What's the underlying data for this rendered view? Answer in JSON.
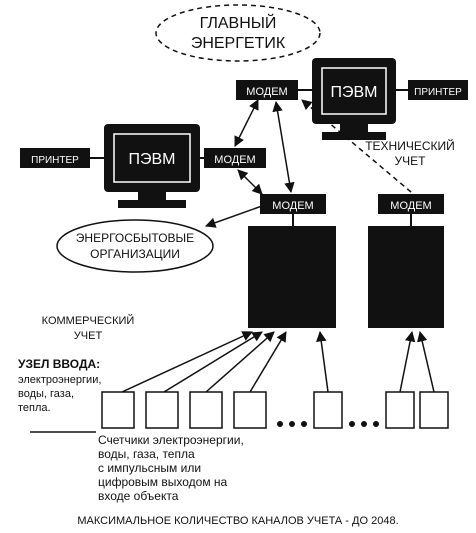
{
  "chief_engineer": {
    "line1": "ГЛАВНЫЙ",
    "line2": "ЭНЕРГЕТИК"
  },
  "top_station": {
    "modem": "МОДЕМ",
    "pc": "ПЭВМ",
    "printer": "ПРИНТЕР"
  },
  "left_station": {
    "printer": "ПРИНТЕР",
    "pc": "ПЭВМ",
    "modem": "МОДЕМ"
  },
  "center_modem": "МОДЕМ",
  "right_modem": "МОДЕМ",
  "technical_label": {
    "line1": "ТЕХНИЧЕСКИЙ",
    "line2": "УЧЕТ"
  },
  "energy_org": {
    "line1": "ЭНЕРГОСБЫТОВЫЕ",
    "line2": "ОРГАНИЗАЦИИ"
  },
  "commercial_label": {
    "line1": "КОММЕРЧЕСКИЙ",
    "line2": "УЧЕТ"
  },
  "input_node": {
    "line1": "УЗЕЛ ВВОДА:",
    "line2": "электроэнергии,",
    "line3": "воды, газа,",
    "line4": "тепла."
  },
  "meters_caption": {
    "line1": "Счетчики электроэнергии,",
    "line2": "воды, газа, тепла",
    "line3": "с импульсным или",
    "line4": "цифровым выходом на",
    "line5": "входе объекта"
  },
  "ellipsis": "• • •",
  "footer": "МАКСИМАЛЬНОЕ КОЛИЧЕСТВО КАНАЛОВ УЧЕТА - ДО 2048.",
  "colors": {
    "ink": "#111111",
    "paper": "#ffffff"
  }
}
